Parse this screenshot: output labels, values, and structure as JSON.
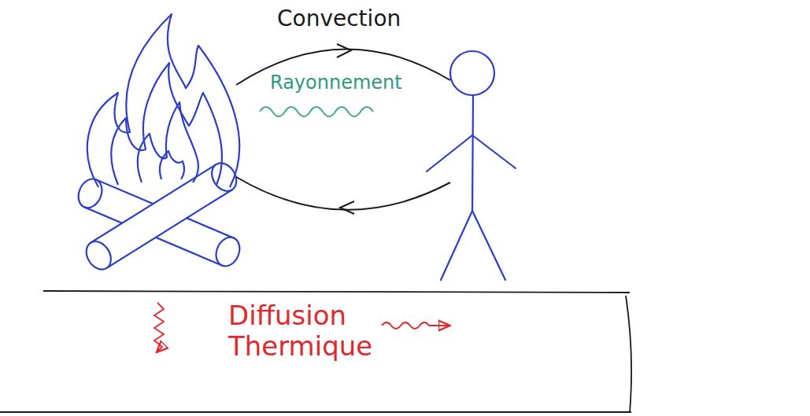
{
  "diagram": {
    "labels": [
      "Convection",
      "Rayonnement",
      "Diffusion Thermique"
    ]
  }
}
